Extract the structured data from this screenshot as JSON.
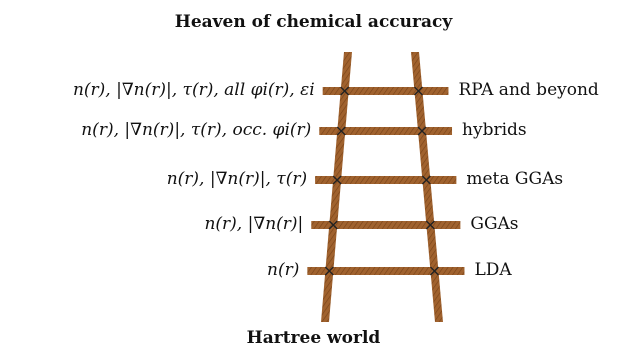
{
  "titles": {
    "top": "Heaven of chemical accuracy",
    "bottom": "Hartree world"
  },
  "colors": {
    "wood": "#a0622e",
    "wood_stripe": "#7a4419",
    "cross_mark": "#222222"
  },
  "rungs": [
    {
      "ingredients": "n(r), |∇n(r)|, τ(r), all φi(r), εi",
      "functional": "RPA and beyond"
    },
    {
      "ingredients": "n(r), |∇n(r)|, τ(r), occ. φi(r)",
      "functional": "hybrids"
    },
    {
      "ingredients": "n(r), |∇n(r)|, τ(r)",
      "functional": "meta GGAs"
    },
    {
      "ingredients": "n(r), |∇n(r)|",
      "functional": "GGAs"
    },
    {
      "ingredients": "n(r)",
      "functional": "LDA"
    }
  ]
}
